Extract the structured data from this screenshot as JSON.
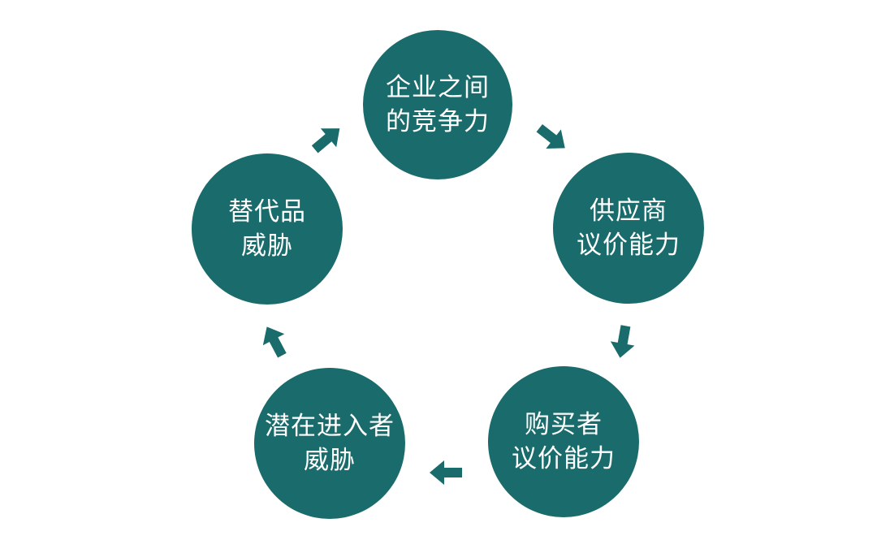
{
  "diagram": {
    "nodes": {
      "top": {
        "line1": "企业之间",
        "line2": "的竞争力"
      },
      "right": {
        "line1": "供应商",
        "line2": "议价能力"
      },
      "br": {
        "line1": "购买者",
        "line2": "议价能力"
      },
      "bl": {
        "line1": "潜在进入者",
        "line2": "威胁"
      },
      "left": {
        "line1": "替代品",
        "line2": "威胁"
      }
    },
    "arrows": [
      "arrow-right-icon",
      "arrow-right-icon",
      "arrow-right-icon",
      "arrow-right-icon",
      "arrow-right-icon"
    ],
    "colors": {
      "node_fill": "#1a6b6b",
      "text": "#ffffff",
      "background": "#ffffff"
    }
  }
}
